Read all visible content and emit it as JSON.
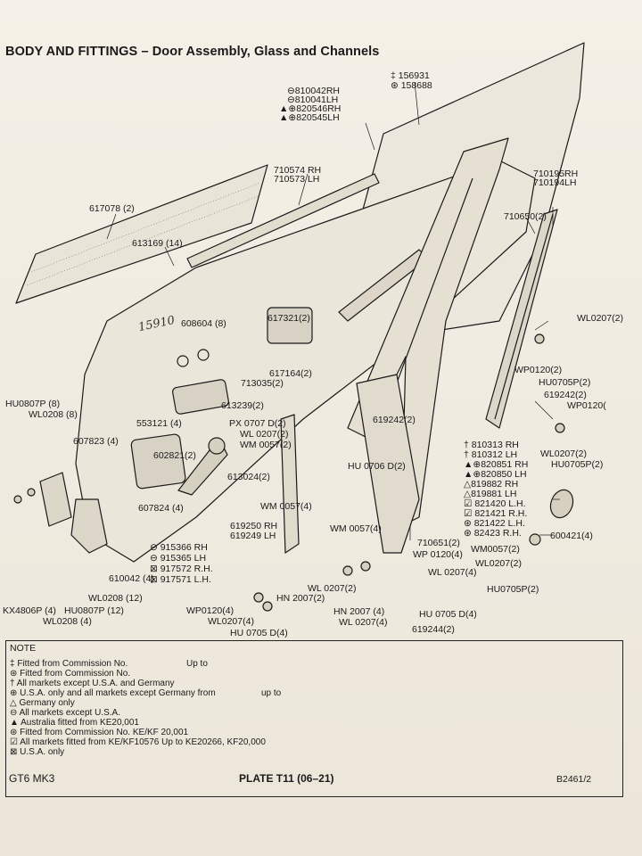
{
  "title": "BODY AND FITTINGS – Door Assembly, Glass and Channels",
  "handwritten_note": "15910",
  "labels": {
    "l156931": "‡ 156931",
    "l158688": "⊛ 158688",
    "l810042": "⊖810042RH",
    "l810041": "⊖810041LH",
    "l820546": "▲⊕820546RH",
    "l820545": "▲⊕820545LH",
    "l710574": "710574 RH",
    "l710573": "710573 LH",
    "l617078": "617078 (2)",
    "l613169": "613169 (14)",
    "l710195": "710195RH",
    "l710194": "710194LH",
    "l710650": "710650(2)",
    "l608604": "608604 (8)",
    "l617321": "617321(2)",
    "l617164": "617164(2)",
    "l713035": "713035(2)",
    "l613239": "613239(2)",
    "l553121": "553121 (4)",
    "lpx0707": "PX 0707 D(2)",
    "lwl0207a": "WL 0207(2)",
    "lwm0057a": "WM 0057(2)",
    "l602821": "602821(2)",
    "l613024": "613024(2)",
    "l619242a": "619242(2)",
    "lwl0207r": "WL0207(2)",
    "lwp0120r": "WP0120(2)",
    "lhu0705r": "HU0705P(2)",
    "l619242r": "619242(2)",
    "lwp0120r2": "WP0120(",
    "lwl0207r2": "WL0207(2)",
    "lhu0705r2": "HU0705P(2)",
    "lhu0807p": "HU0807P (8)",
    "lwl0208": "WL0208 (8)",
    "l607823": "607823 (4)",
    "l607824": "607824 (4)",
    "lhu0706": "HU 0706 D(2)",
    "l810313": "† 810313 RH",
    "l810312": "† 810312 LH",
    "l820851": "▲⊕820851 RH",
    "l820850": "▲⊕820850 LH",
    "l819882": "△819882 RH",
    "l819881": "△819881 LH",
    "l821420": "☑ 821420 L.H.",
    "l821421": "☑ 821421 R.H.",
    "l821422": "⊛ 821422 L.H.",
    "l82423": "⊛ 82423 R.H.",
    "lwm0057b": "WM 0057(4)",
    "lwm0057c": "WM 0057(4)",
    "l619250": "619250 RH",
    "l619249": "619249 LH",
    "l915366": "⊖ 915366 RH",
    "l915365": "⊖ 915365 LH",
    "l917572": "⊠ 917572 R.H.",
    "l917571": "⊠ 917571 L.H.",
    "l610042": "610042 (4)",
    "l710651": "710651(2)",
    "lwp0120b": "WP 0120(4)",
    "lwl0207b": "WL 0207(4)",
    "l600421": "600421(4)",
    "lwm0057d": "WM0057(2)",
    "lwl0207d": "WL0207(2)",
    "lhu0705d": "HU0705P(2)",
    "lwl0207c": "WL 0207(2)",
    "lhn2007a": "HN 2007(2)",
    "lhn2007b": "HN 2007   (4)",
    "lwl0207e": "WL 0207(4)",
    "lhu0705e": "HU 0705 D(4)",
    "l619244": "619244(2)",
    "lwl0208b": "WL0208 (12)",
    "lhu0807b": "HU0807P (12)",
    "lkx4806": "KX4806P (4)",
    "lwl0208c": "WL0208 (4)",
    "lwp0120c": "WP0120(4)",
    "lwl0207f": "WL0207(4)",
    "lhu0705f": "HU 0705 D(4)"
  },
  "notes": {
    "heading": "NOTE",
    "lines": [
      {
        "text": "‡ Fitted from Commission No.",
        "after": "Up to"
      },
      {
        "text": "⊛ Fitted from Commission No.",
        "after": ""
      },
      {
        "text": "† All markets except U.S.A. and Germany",
        "after": ""
      },
      {
        "text": "⊕ U.S.A. only and all markets except Germany from",
        "after": "up to"
      },
      {
        "text": "△ Germany only",
        "after": ""
      },
      {
        "text": "⊖ All   markets except U.S.A.",
        "after": ""
      },
      {
        "text": "▲ Australia fitted from KE20,001",
        "after": ""
      },
      {
        "text": "⊛ Fitted from Commission No. KE/KF 20,001",
        "after": ""
      },
      {
        "text": "☑ All markets fitted from KE/KF10576 Up to KE20266, KF20,000",
        "after": ""
      },
      {
        "text": "⊠ U.S.A. only",
        "after": ""
      }
    ]
  },
  "footer": {
    "model": "GT6 MK3",
    "plate": "PLATE  T11 (06–21)",
    "ref": "B2461/2"
  }
}
